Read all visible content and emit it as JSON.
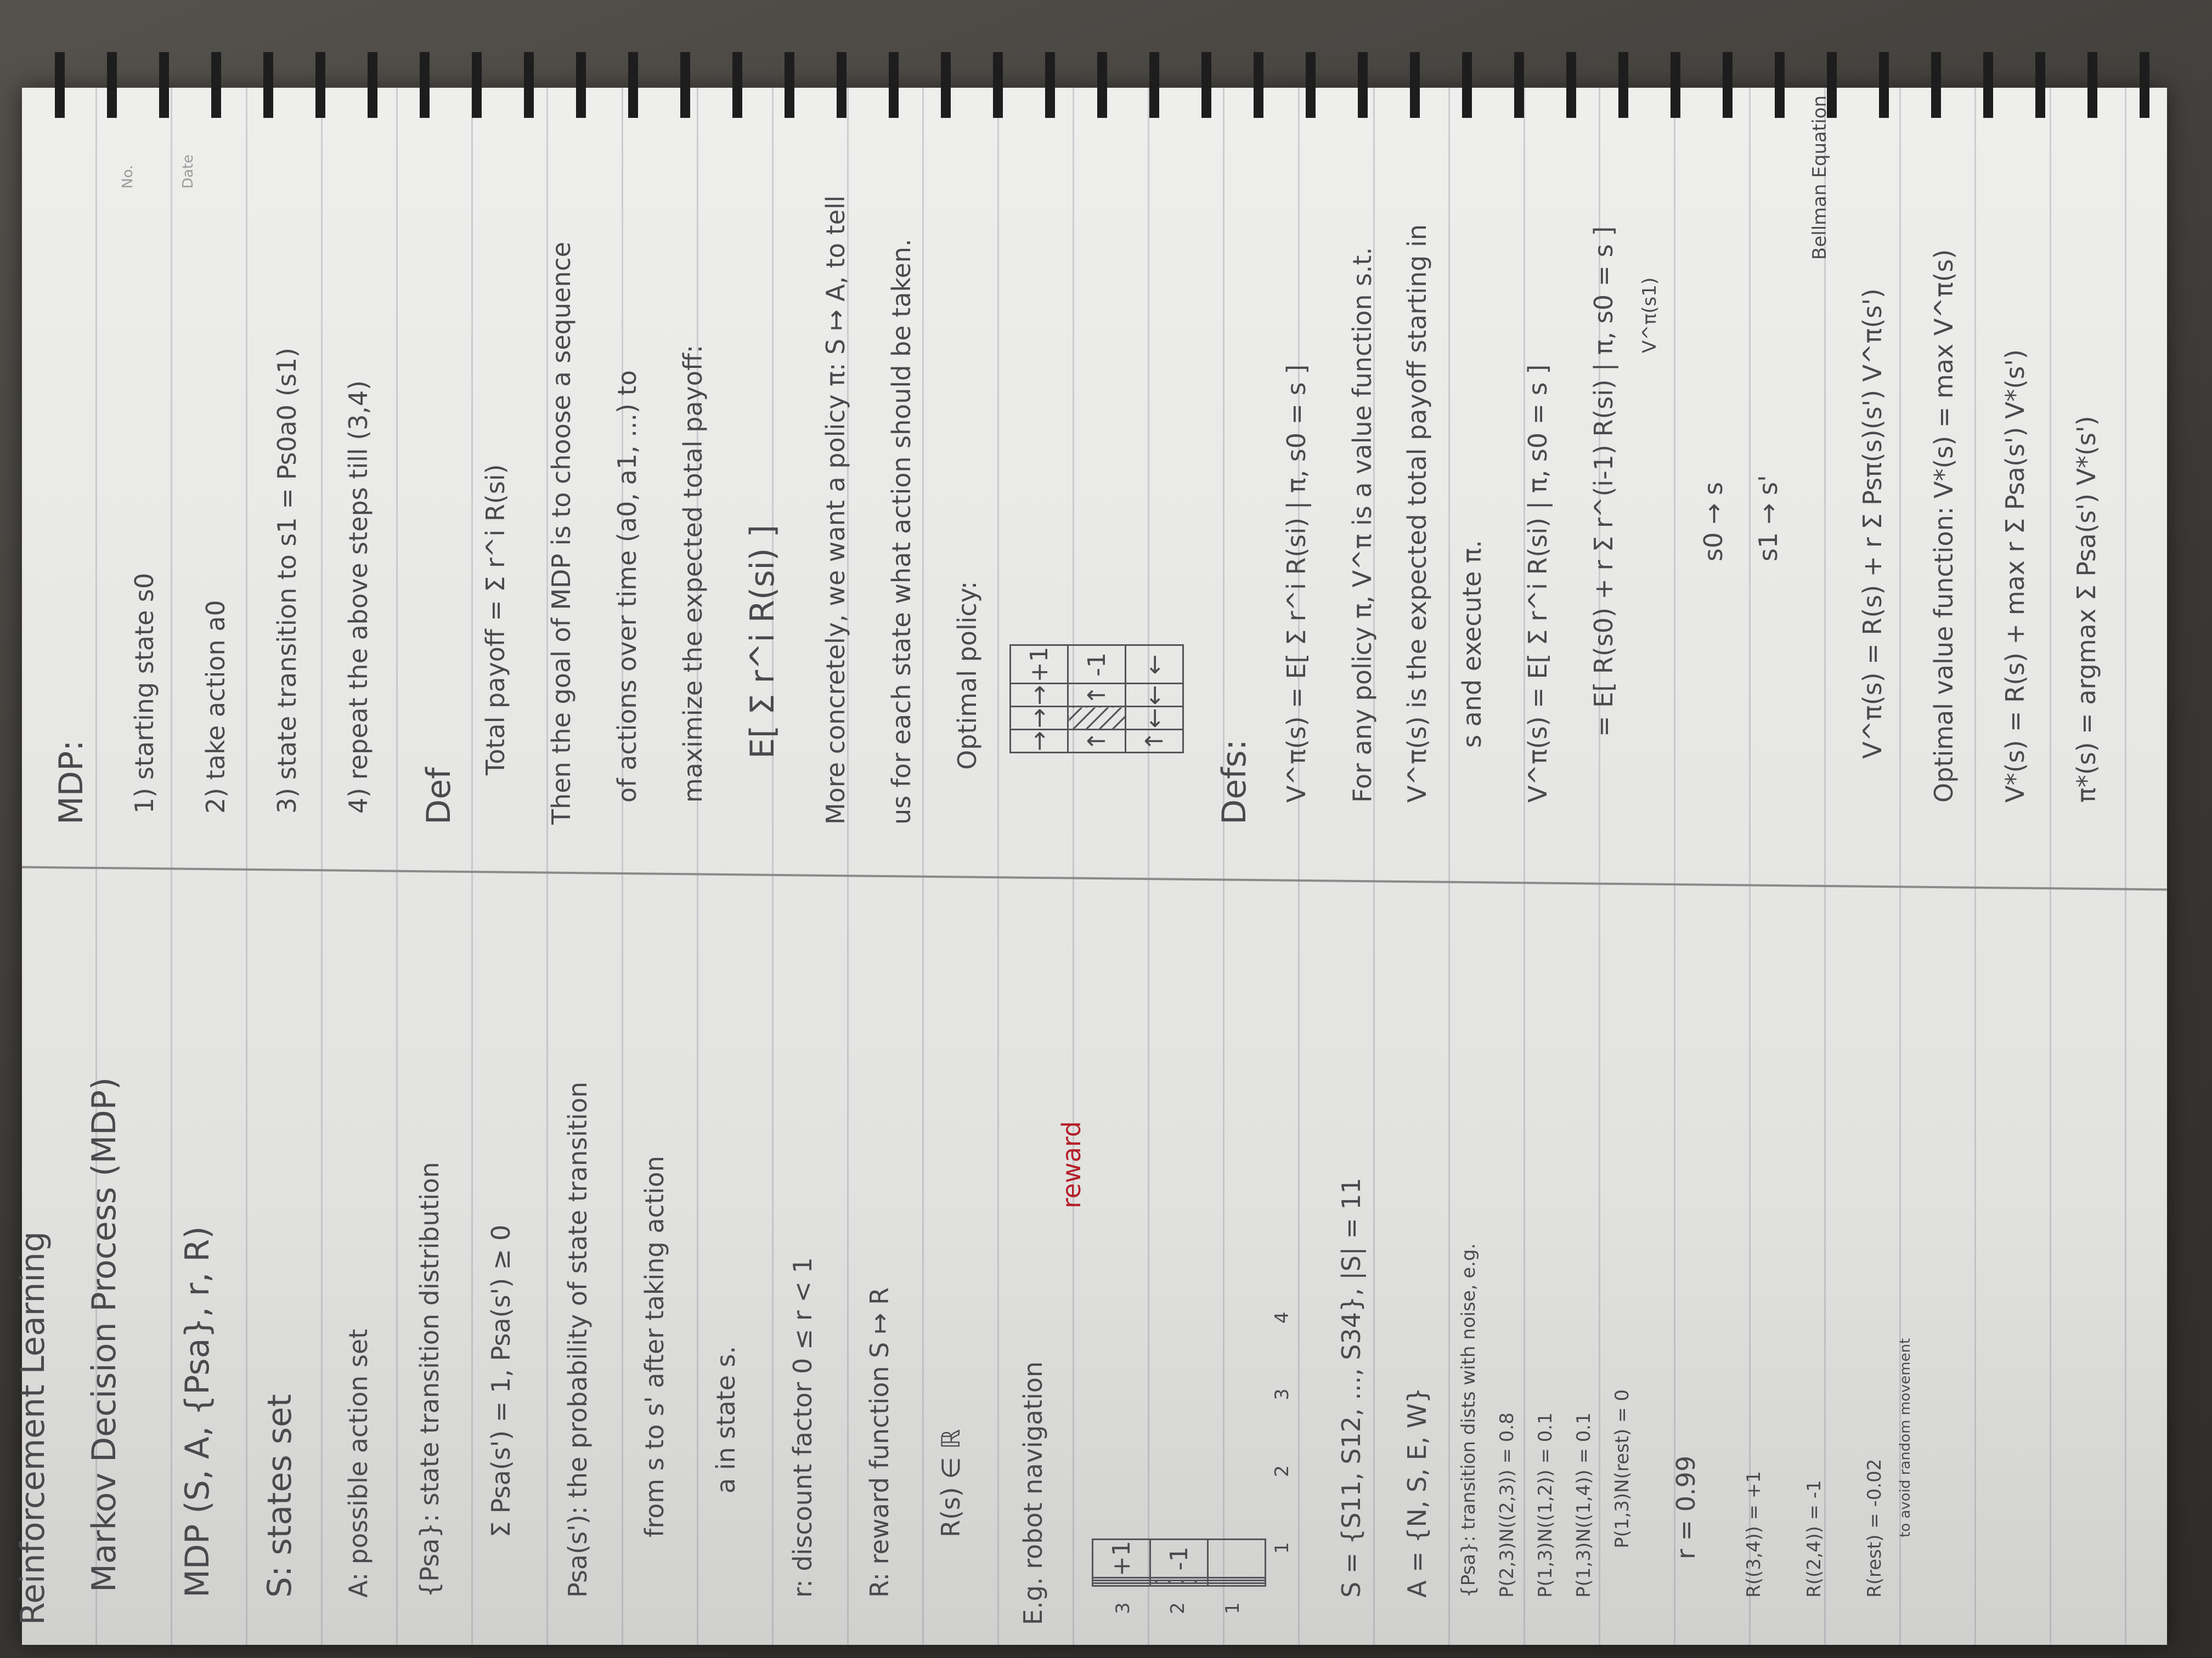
{
  "left_page": {
    "title": "Reinforcement Learning",
    "subtitle": "Markov Decision Process (MDP)",
    "mdp_tuple": "MDP (S, A, {Psa}, r, R)",
    "s_def": "S: states set",
    "a_def": "A: possible action set",
    "psa_def": "{Psa}: state transition distribution",
    "psa_sum": "Σ Psa(s') = 1,  Psa(s') ≥ 0",
    "psa_desc_1": "Psa(s'): the probability of state transition",
    "psa_desc_2": "from s to s' after taking action",
    "psa_desc_3": "a in state s.",
    "gamma_def": "r: discount factor   0 ≤ r < 1",
    "r_def": "R: reward function   S ↦ R",
    "r_range": "R(s) ∈ ℝ",
    "example_title": "E.g. robot navigation",
    "reward_label": "reward",
    "grid_rows": [
      "3",
      "2",
      "1"
    ],
    "grid_cols": [
      "1",
      "2",
      "3",
      "4"
    ],
    "grid_plus": "+1",
    "grid_minus": "-1",
    "states_set": "S = {S11, S12, ..., S34},  |S| = 11",
    "actions_set": "A = {N, S, E, W}",
    "noise_note": "{Psa}: transition dists with noise, e.g.",
    "p1": "P(2,3)N((2,3)) = 0.8",
    "p2": "P(1,3)N((1,2)) = 0.1",
    "p3": "P(1,3)N((1,4)) = 0.1",
    "p4": "P(1,3)N(rest) = 0",
    "gamma_val": "r = 0.99",
    "r1": "R((3,4)) = +1",
    "r2": "R((2,4)) = -1",
    "r3": "R(rest) = -0.02",
    "r3_note": "to avoid random movement"
  },
  "right_page": {
    "heading": "MDP:",
    "step1": "1) starting state s0",
    "step2": "2) take action a0",
    "step3": "3) state transition to s1 = Ps0a0 (s1)",
    "step4": "4) repeat the above steps till (3,4)",
    "date_label": "Date",
    "no_label": "No.",
    "def_heading": "Def",
    "total_payoff": "Total payoff = Σ r^i R(si)",
    "goal_1": "Then the goal of MDP is to choose a sequence",
    "goal_2": "of actions over time (a0, a1, ...) to",
    "goal_3": "maximize the expected total payoff:",
    "expected": "E[ Σ r^i R(si) ]",
    "policy_1": "More concretely, we want a policy π: S ↦ A, to tell",
    "policy_2": "us for each state what action should be taken.",
    "optimal_policy": "Optimal policy:",
    "policy_grid": [
      [
        "→",
        "→",
        "→",
        "+1"
      ],
      [
        "↑",
        "",
        "↑",
        "-1"
      ],
      [
        "↑",
        "←",
        "←",
        "←"
      ]
    ],
    "defs_heading": "Defs:",
    "v_def": "V^π(s) = E[ Σ r^i R(si) | π, s0 = s ]",
    "v_desc_1": "For any policy π, V^π is a value function s.t.",
    "v_desc_2": "V^π(s) is the expected total payoff starting in",
    "v_desc_3": "s and execute π.",
    "v_expand_1": "V^π(s) = E[ Σ r^i R(si) | π, s0 = s ]",
    "v_expand_2": "= E[ R(s0) + r Σ r^(i-1) R(si) | π, s0 = s ]",
    "v_expand_3": "V^π(s1)",
    "s0_to_s": "s0 → s",
    "s1_to_s": "s1 → s'",
    "bellman_label": "Bellman Equation",
    "bellman": "V^π(s) = R(s) + r Σ Psπ(s)(s') V^π(s')",
    "optimal_value": "Optimal value function:  V*(s) = max V^π(s)",
    "v_star": "V*(s) = R(s) + max r Σ Psa(s') V*(s')",
    "pi_star": "π*(s) = argmax Σ Psa(s') V*(s')"
  }
}
